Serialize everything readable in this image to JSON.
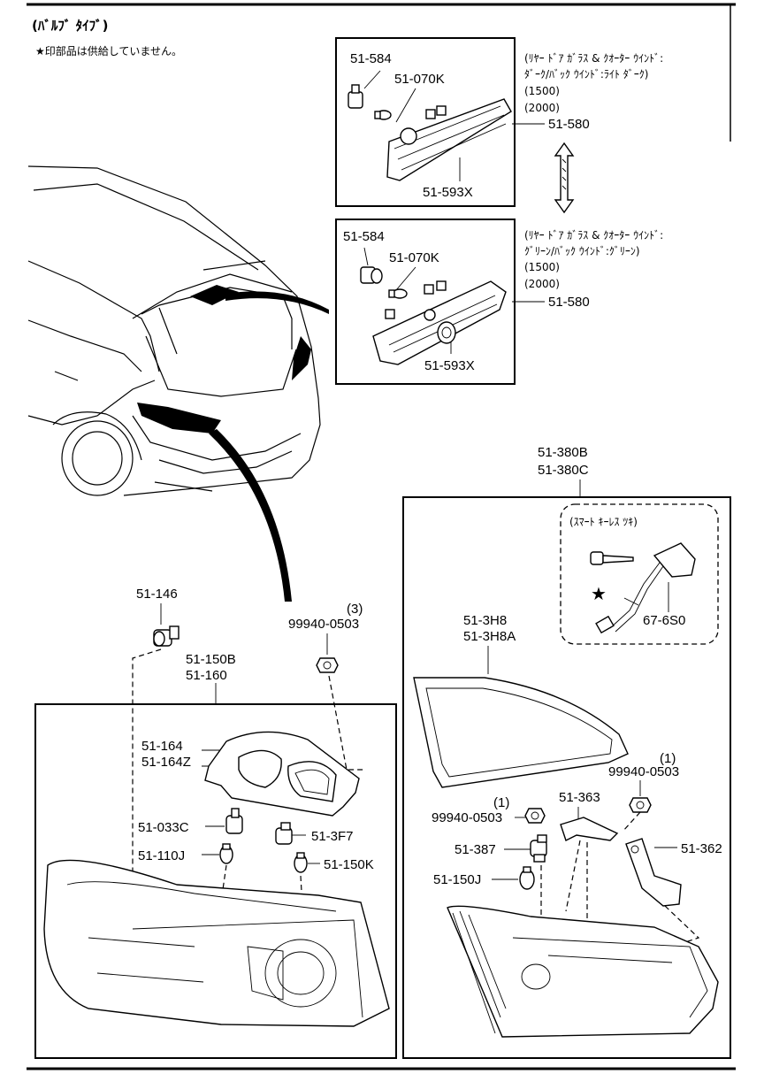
{
  "header": {
    "title": "(ﾊﾞﾙﾌﾞ ﾀｲﾌﾞ)",
    "note": "★印部品は供給していません。"
  },
  "upper_boxes": [
    {
      "parts": [
        "51-584",
        "51-070K",
        "51-593X",
        "51-580"
      ],
      "spec": [
        "(ﾘﾔｰ ﾄﾞｱ ｶﾞﾗｽ & ｸｵｰﾀｰ ｳｲﾝﾄﾞ:",
        "ﾀﾞｰｸ/ﾊﾞｯｸ ｳｲﾝﾄﾞ:ﾗｲﾄ ﾀﾞｰｸ)",
        "(1500)",
        "(2000)"
      ]
    },
    {
      "parts": [
        "51-584",
        "51-070K",
        "51-593X",
        "51-580"
      ],
      "spec": [
        "(ﾘﾔｰ ﾄﾞｱ ｶﾞﾗｽ & ｸｵｰﾀｰ ｳｲﾝﾄﾞ:",
        "ｸﾞﾘｰﾝ/ﾊﾞｯｸ ｳｲﾝﾄﾞ:ｸﾞﾘｰﾝ)",
        "(1500)",
        "(2000)"
      ]
    }
  ],
  "left_assembly": {
    "top_parts": [
      "51-146",
      "51-150B",
      "51-160",
      "(3)",
      "99940-0503"
    ],
    "parts": [
      "51-164",
      "51-164Z",
      "51-033C",
      "51-3F7",
      "51-110J",
      "51-150K"
    ]
  },
  "right_assembly": {
    "top_parts": [
      "51-380B",
      "51-380C"
    ],
    "smart_keyless_label": "(ｽﾏｰﾄ ｷｰﾚｽ ﾂｷ)",
    "smart_parts": [
      "67-6S0"
    ],
    "star": "★",
    "parts": [
      "51-3H8",
      "51-3H8A",
      "(1)",
      "99940-0503",
      "(1)",
      "99940-0503",
      "51-363",
      "51-387",
      "51-362",
      "51-150J"
    ]
  }
}
